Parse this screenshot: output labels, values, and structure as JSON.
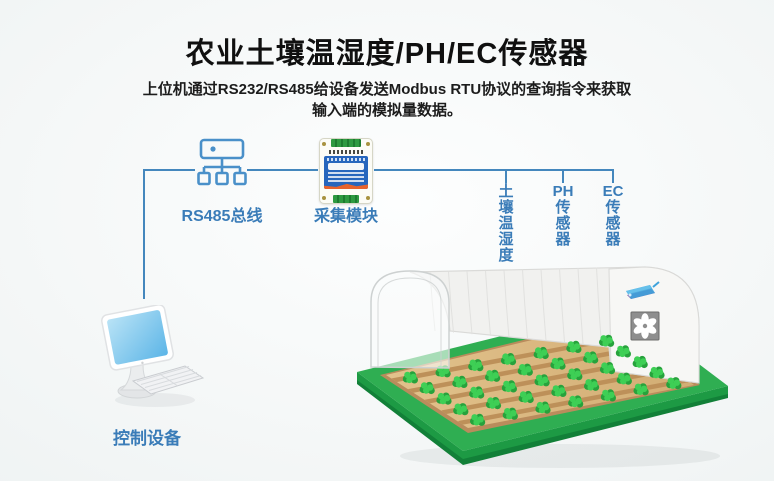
{
  "header": {
    "title": "农业土壤温湿度/PH/EC传感器",
    "subtitle": "上位机通过RS232/RS485给设备发送Modbus RTU协议的查询指令来获取\n输入端的模拟量数据。"
  },
  "diagram": {
    "bus_label": "RS485总线",
    "module_label": "采集模块",
    "sensors": [
      {
        "label": "土\n壤\n温\n湿\n度"
      },
      {
        "label": "PH\n传\n感\n器"
      },
      {
        "label": "EC\n传\n感\n器"
      }
    ],
    "control_label": "控制设备"
  },
  "icons": {
    "rs485_hub": "network-hub-icon",
    "module": "acquisition-module-image",
    "greenhouse": "greenhouse-illustration",
    "fan": "exhaust-fan-icon",
    "camera": "cctv-camera-icon",
    "computer": "desktop-computer-icon"
  },
  "colors": {
    "accent_blue": "#3a7cb8",
    "line_blue": "#4487bd",
    "platform_green": "#2fae52",
    "platform_side_green": "#1d9a44",
    "soil_tan": "#dab77e",
    "soil_ridge": "#bd9059",
    "plant_green": "#3ecf55",
    "plant_dark_green": "#27a23c",
    "module_panel_blue": "#2766bd",
    "module_wave_orange": "#e8632c",
    "terminal_green": "#2e9a40",
    "title_black": "#101010"
  }
}
